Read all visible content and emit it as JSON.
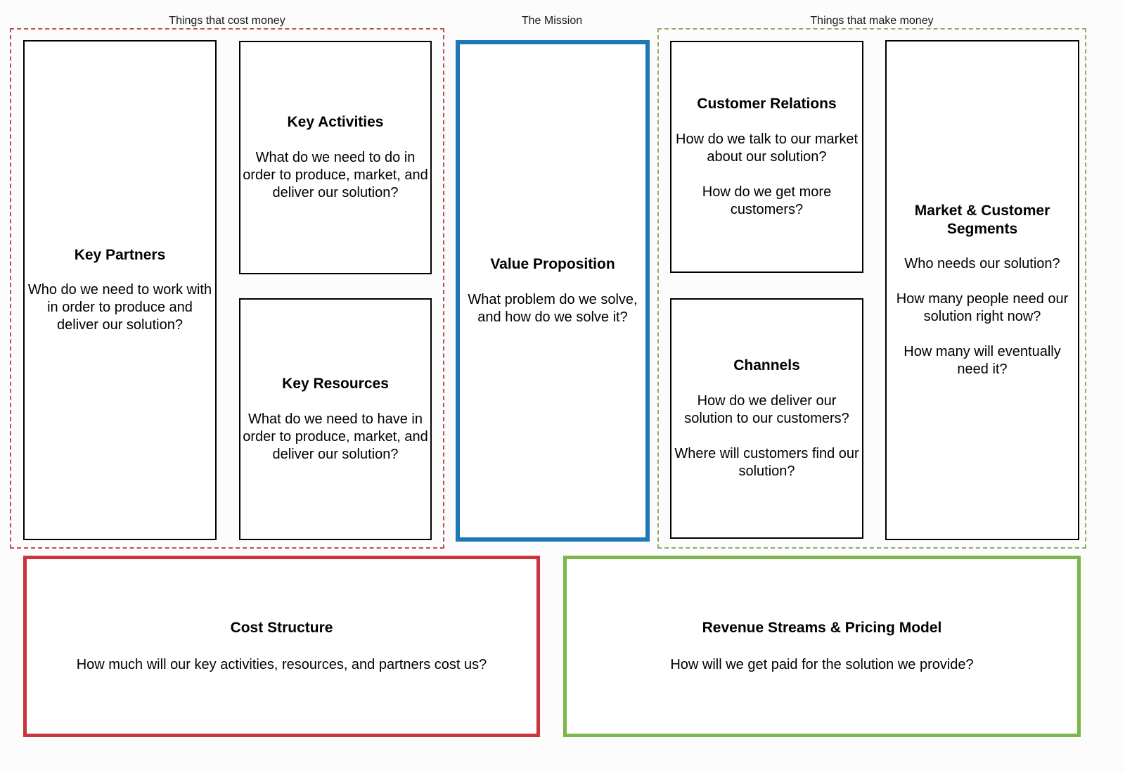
{
  "labels": {
    "cost_group": "Things that cost money",
    "mission_group": "The Mission",
    "revenue_group": "Things that make money"
  },
  "boxes": {
    "key_partners": {
      "title": "Key Partners",
      "paragraphs": [
        "Who do we need to work with in order to produce and deliver our solution?"
      ]
    },
    "key_activities": {
      "title": "Key Activities",
      "paragraphs": [
        "What do we need to do in order to produce, market, and deliver our solution?"
      ]
    },
    "key_resources": {
      "title": "Key Resources",
      "paragraphs": [
        "What do we need to have in order to produce, market, and deliver our solution?"
      ]
    },
    "value_proposition": {
      "title": "Value Proposition",
      "paragraphs": [
        "What problem do we solve, and how do we solve it?"
      ]
    },
    "customer_relations": {
      "title": "Customer Relations",
      "paragraphs": [
        "How do we talk to our market about our solution?",
        "How do we get more customers?"
      ]
    },
    "channels": {
      "title": "Channels",
      "paragraphs": [
        "How do we deliver our solution to our customers?",
        "Where will customers find our solution?"
      ]
    },
    "market_segments": {
      "title": "Market & Customer Segments",
      "paragraphs": [
        "Who needs our solution?",
        "How many people need our solution right now?",
        "How many will eventually need it?"
      ]
    },
    "cost_structure": {
      "title": "Cost Structure",
      "paragraphs": [
        "How much will our key activities, resources, and partners cost us?"
      ]
    },
    "revenue_streams": {
      "title": "Revenue Streams & Pricing Model",
      "paragraphs": [
        "How will we get paid for the solution we provide?"
      ]
    }
  },
  "colors": {
    "cost_dashed": "#b85450",
    "revenue_dashed": "#93ab63",
    "mission_border": "#1d79b6",
    "cost_structure_border": "#c8353c",
    "revenue_streams_border": "#7bb74a",
    "box_border": "#000000"
  }
}
